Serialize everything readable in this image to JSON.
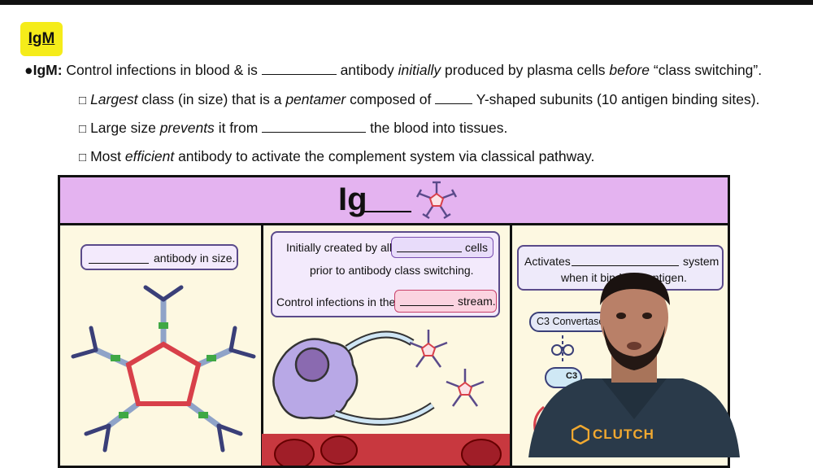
{
  "header": {
    "tag_label": "IgM"
  },
  "bullets": {
    "main": {
      "bullet": "●",
      "term": "IgM:",
      "part1": "Control infections in blood & is",
      "part2": "antibody",
      "emph1": "initially",
      "part3": "produced by plasma cells",
      "emph2": "before",
      "part4": "“class switching”."
    },
    "sub1": {
      "checkbox": "□",
      "emph1": "Largest",
      "part1": "class (in size) that is a",
      "emph2": "pentamer",
      "part2": "composed of",
      "part3": "Y-shaped subunits (10 antigen binding sites)."
    },
    "sub2": {
      "checkbox": "□",
      "part1": "Large size",
      "emph1": "prevents",
      "part2": "it from",
      "part3": "the blood into tissues."
    },
    "sub3": {
      "checkbox": "□",
      "part1": "Most",
      "emph1": "efficient",
      "part2": "antibody to activate the complement system via classical pathway."
    }
  },
  "diagram": {
    "title": "Ig",
    "left_panel": {
      "pill_text": "antibody in size."
    },
    "middle_panel": {
      "line1a": "Initially created by all",
      "line1b": "cells",
      "line2": "prior to antibody class switching.",
      "line3a": "Control infections in the",
      "line3b": "stream."
    },
    "right_panel": {
      "line1a": "Activates",
      "line1b": "system",
      "line2": "when it binds an antigen.",
      "convertase_label": "C3 Convertase",
      "c3_label": "C3"
    }
  },
  "presenter": {
    "shirt_logo": "CLUTCH"
  },
  "colors": {
    "highlight": "#f5ec1a",
    "header_purple": "#e4b3f0",
    "panel_bg": "#fdf8e1",
    "pill_purple": "#f3eafc",
    "pill_pink": "#fbd3e0",
    "pentamer_red": "#d8404a"
  }
}
